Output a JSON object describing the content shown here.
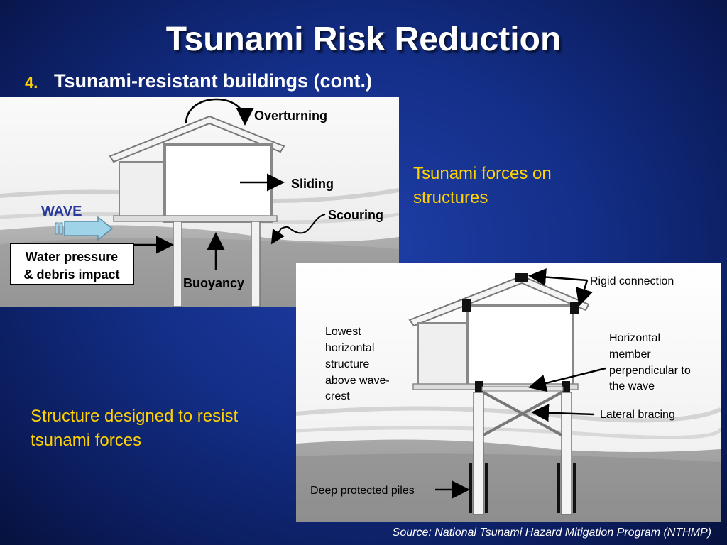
{
  "slide": {
    "title": "Tsunami Risk Reduction",
    "bullet_number": "4.",
    "bullet_text": "Tsunami-resistant buildings (cont.)",
    "caption_forces": "Tsunami forces on structures",
    "caption_designed": "Structure designed to resist tsunami forces",
    "source": "Source: National Tsunami Hazard Mitigation Program (NTHMP)"
  },
  "forces_diagram": {
    "overturning": "Overturning",
    "sliding": "Sliding",
    "scouring": "Scouring",
    "wave": "WAVE",
    "water_pressure_line1": "Water pressure",
    "water_pressure_line2": "& debris impact",
    "buoyancy": "Buoyancy"
  },
  "design_diagram": {
    "rigid_connection": "Rigid connection",
    "lowest_lines": [
      "Lowest",
      "horizontal",
      "structure",
      "above wave-",
      "crest"
    ],
    "horizontal_lines": [
      "Horizontal",
      "member",
      "perpendicular to",
      "the wave"
    ],
    "lateral_bracing": "Lateral bracing",
    "deep_piles": "Deep protected piles"
  },
  "colors": {
    "accent_yellow": "#ffd200",
    "wave_label_blue": "#2a3a9a",
    "wave_arrow": "#9fd4e8"
  }
}
